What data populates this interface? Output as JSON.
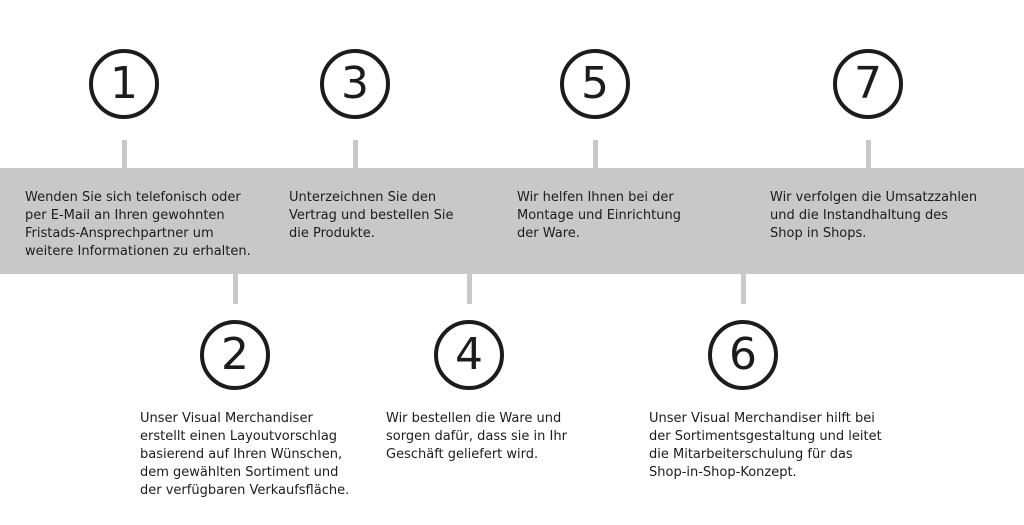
{
  "steps": [
    {
      "number": "1",
      "lines": [
        "Wenden Sie sich telefonisch oder",
        "per E-Mail an Ihren gewohnten",
        "Fristads-Ansprechpartner um",
        "weitere Informationen zu erhalten."
      ]
    },
    {
      "number": "2",
      "lines": [
        "Unser Visual Merchandiser",
        "erstellt einen Layoutvorschlag",
        "basierend auf Ihren Wünschen,",
        "dem gewählten Sortiment und",
        "der verfügbaren Verkaufsfläche."
      ]
    },
    {
      "number": "3",
      "lines": [
        "Unterzeichnen Sie den",
        "Vertrag und bestellen Sie",
        "die Produkte."
      ]
    },
    {
      "number": "4",
      "lines": [
        "Wir bestellen die Ware und",
        "sorgen dafür, dass sie in Ihr",
        "Geschäft geliefert wird."
      ]
    },
    {
      "number": "5",
      "lines": [
        "Wir helfen Ihnen bei der",
        "Montage und Einrichtung",
        "der Ware."
      ]
    },
    {
      "number": "6",
      "lines": [
        "Unser Visual Merchandiser hilft bei",
        "der Sortimentsgestaltung und leitet",
        "die Mitarbeiterschulung für das",
        "Shop-in-Shop-Konzept."
      ]
    },
    {
      "number": "7",
      "lines": [
        "Wir verfolgen die Umsatzzahlen",
        "und die Instandhaltung des",
        "Shop in Shops."
      ]
    }
  ]
}
